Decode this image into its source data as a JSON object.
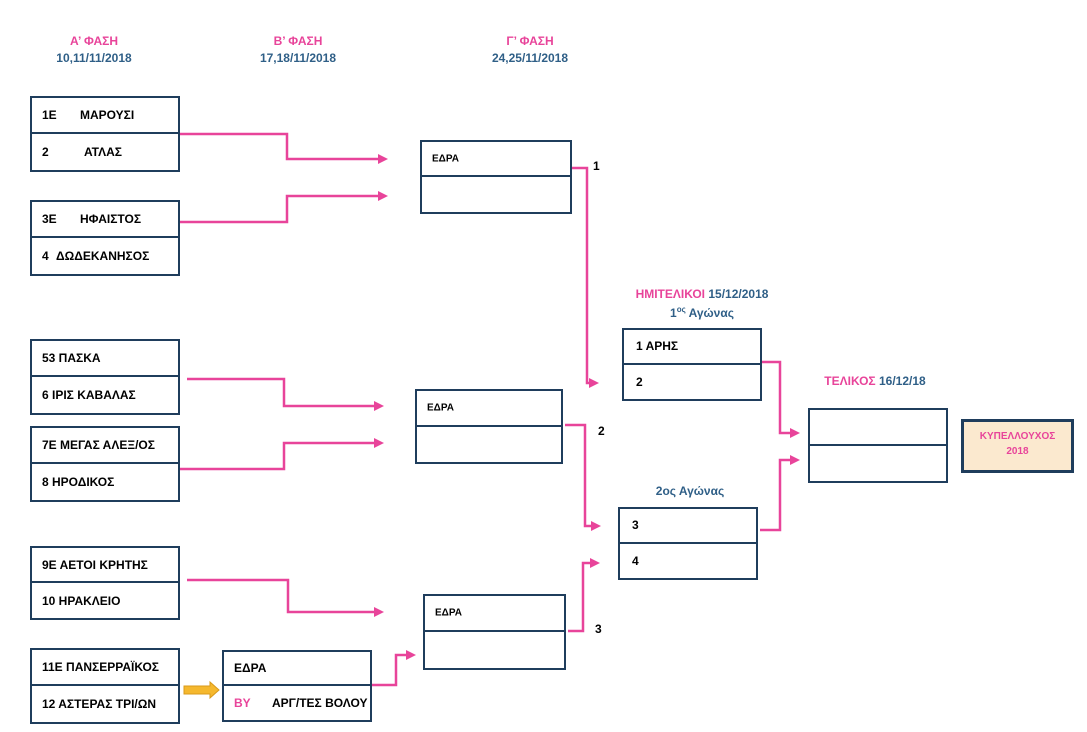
{
  "headers": {
    "phase_a": {
      "title": "Α’ ΦΑΣΗ",
      "date": "10,11/11/2018"
    },
    "phase_b": {
      "title": "Β’ ΦΑΣΗ",
      "date": "17,18/11/2018"
    },
    "phase_c": {
      "title": "Γ’ ΦΑΣΗ",
      "date": "24,25/11/2018"
    }
  },
  "round1": [
    {
      "seed1": "1Ε",
      "team1": "ΜΑΡΟΥΣΙ",
      "seed2": "2",
      "team2": "ΑΤΛΑΣ"
    },
    {
      "seed1": "3Ε",
      "team1": "ΗΦΑΙΣΤΟΣ",
      "seed2": "4",
      "team2": "ΔΩΔΕΚΑΝΗΣΟΣ"
    },
    {
      "team1": "53 ΠΑΣΚΑ",
      "team2": "6 ΙΡΙΣ ΚΑΒΑΛΑΣ"
    },
    {
      "team1": "7Ε ΜΕΓΑΣ ΑΛΕΞ/ΟΣ",
      "team2": "8 ΗΡΟΔΙΚΟΣ"
    },
    {
      "team1": "9Ε ΑΕΤΟΙ ΚΡΗΤΗΣ",
      "team2": "10 ΗΡΑΚΛΕΙΟ"
    },
    {
      "team1": "11Ε ΠΑΝΣΕΡΡΑΪΚΟΣ",
      "team2": "12 ΑΣΤΕΡΑΣ ΤΡΙ/ΩΝ"
    }
  ],
  "round2": {
    "home": "ΕΔΡΑ",
    "bye_tag": "BY",
    "away": "ΑΡΓ/ΤΕΣ ΒΟΛΟΥ"
  },
  "round3": [
    {
      "home": "ΕΔΡΑ",
      "number": "1"
    },
    {
      "home": "ΕΔΡΑ",
      "number": "2"
    },
    {
      "home": "ΕΔΡΑ",
      "number": "3"
    }
  ],
  "semifinals": {
    "title": "ΗΜΙΤΕΛΙΚΟΙ",
    "date": "15/12/2018",
    "game1_label": "1",
    "game1_sup": "ος",
    "game1_suffix": "Αγώνας",
    "game2_label": "2ος Αγώνας",
    "game1": {
      "slot1": "1 ΑΡΗΣ",
      "slot2": "2"
    },
    "game2": {
      "slot1": "3",
      "slot2": "4"
    }
  },
  "final": {
    "title": "ΤΕΛΙΚΟΣ",
    "date": "16/12/18"
  },
  "champion": {
    "label": "ΚΥΠΕΛΛΟΥΧΟΣ",
    "year": "2018"
  },
  "colors": {
    "accent": "#e8449a",
    "frame": "#1f3d5c",
    "date_text": "#2f5f87",
    "champion_fill": "#fbe9cf",
    "bye_arrow": "#f5b82e"
  }
}
